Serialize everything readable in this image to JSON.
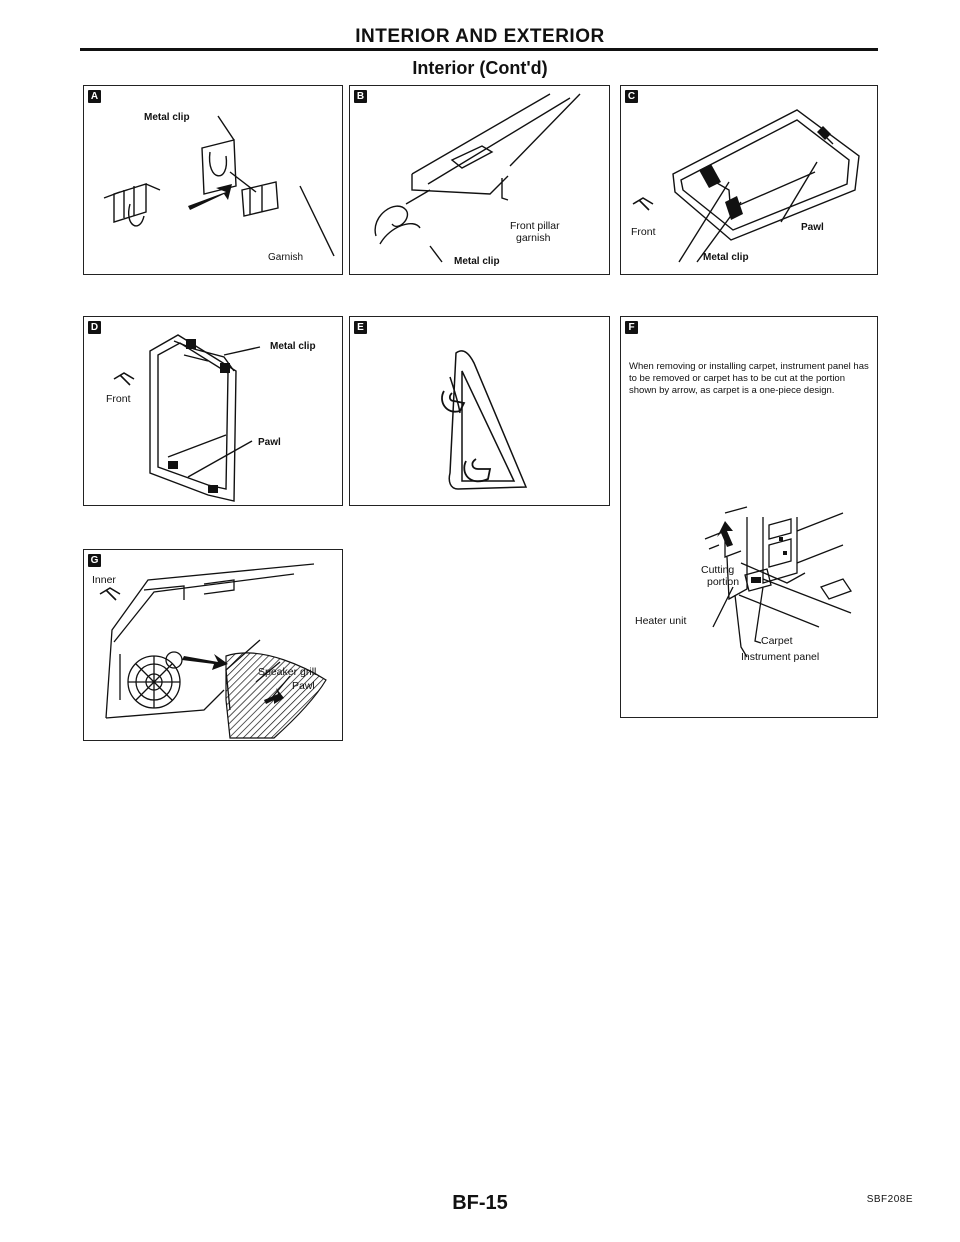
{
  "header": {
    "title": "INTERIOR AND EXTERIOR",
    "subtitle": "Interior (Cont'd)"
  },
  "panels": {
    "a": {
      "badge": "A",
      "labels": {
        "metal_clip": "Metal clip",
        "garnish": "Garnish"
      }
    },
    "b": {
      "badge": "B",
      "labels": {
        "front_pillar_1": "Front pillar",
        "front_pillar_2": "garnish",
        "metal_clip": "Metal clip"
      }
    },
    "c": {
      "badge": "C",
      "labels": {
        "front": "Front",
        "pawl": "Pawl",
        "metal_clip": "Metal clip"
      }
    },
    "d": {
      "badge": "D",
      "labels": {
        "metal_clip": "Metal clip",
        "front": "Front",
        "pawl": "Pawl"
      }
    },
    "e": {
      "badge": "E"
    },
    "f": {
      "badge": "F",
      "note": "When removing or installing carpet, instrument panel has to be removed or carpet has to be cut at the portion shown by arrow, as carpet is a one-piece design.",
      "labels": {
        "cutting": "Cutting",
        "portion": "portion",
        "heater_unit": "Heater unit",
        "carpet": "Carpet",
        "instrument_panel": "Instrument panel"
      }
    },
    "g": {
      "badge": "G",
      "labels": {
        "inner": "Inner",
        "speaker_grill": "Speaker grill",
        "pawl": "Pawl"
      }
    }
  },
  "footer": {
    "figure_code": "SBF208E",
    "page_number": "BF-15"
  }
}
